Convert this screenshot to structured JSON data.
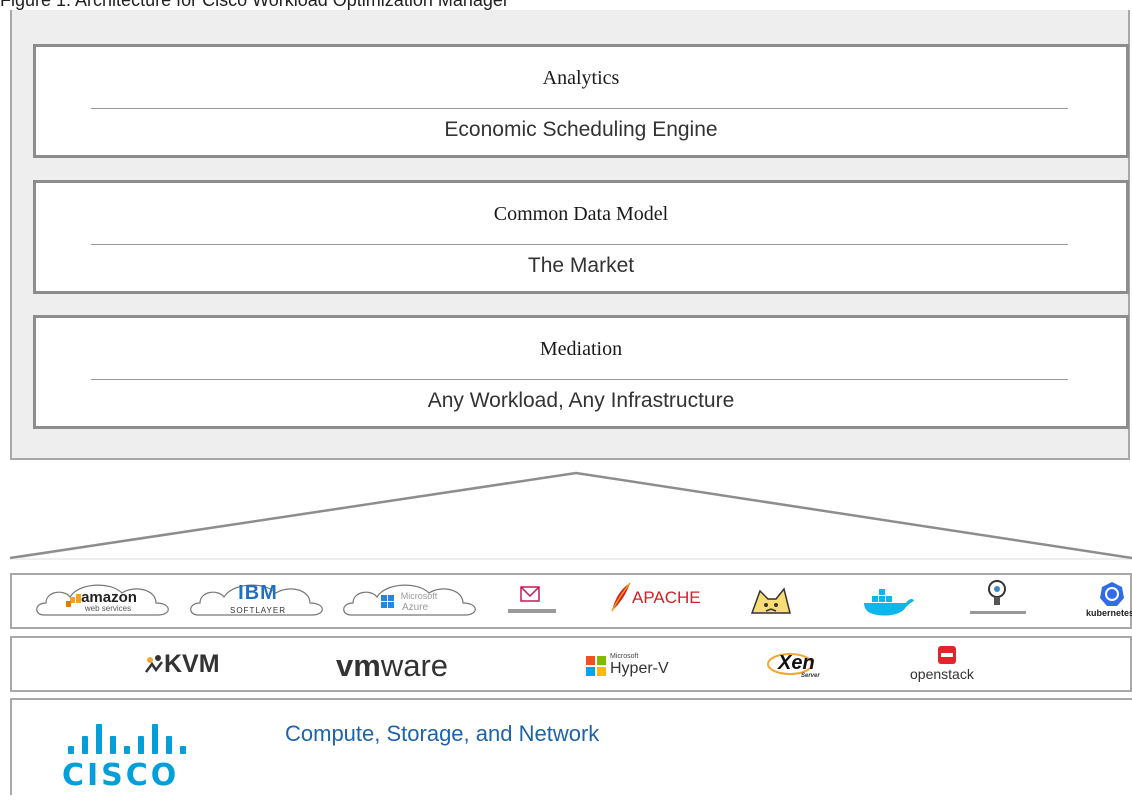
{
  "caption": "Figure 1.   Architecture for Cisco Workload Optimization Manager",
  "layers": [
    {
      "title": "Analytics",
      "subtitle": "Economic Scheduling Engine"
    },
    {
      "title": "Common Data Model",
      "subtitle": "The Market"
    },
    {
      "title": "Mediation",
      "subtitle": "Any Workload, Any Infrastructure"
    }
  ],
  "cloud_row": {
    "amazon": {
      "name": "amazon",
      "sub": "web services"
    },
    "ibm": {
      "name": "IBM",
      "sub": "SOFTLAYER"
    },
    "azure": {
      "name": "Microsoft",
      "sub": "Azure"
    },
    "docker_bar": "",
    "apache": "APACHE",
    "kubernetes": "kubernetes"
  },
  "hypervisor_row": {
    "kvm": "KVM",
    "vmware_bold": "vm",
    "vmware_rest": "ware",
    "hyperv_small": "Microsoft",
    "hyperv": "Hyper-V",
    "xen": "Xen",
    "xen_sub": "Server",
    "openstack": "openstack"
  },
  "base": {
    "cisco": "CISCO",
    "text": "Compute, Storage, and Network"
  },
  "colors": {
    "cisco_blue": "#049fd9",
    "text_blue": "#1e64a8",
    "outer_bg": "#eeeeee",
    "border": "#8d8d8d"
  }
}
